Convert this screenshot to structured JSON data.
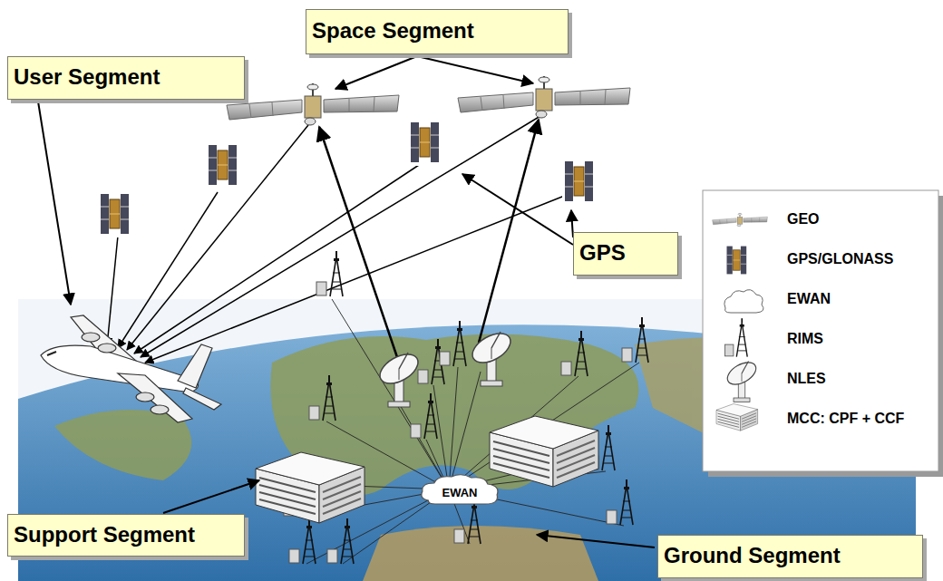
{
  "diagram": {
    "nodes": [
      {
        "text": [
          "Space Segment"
        ]
      },
      {
        "text": [
          "User Segment"
        ]
      },
      {
        "text": [
          "GPS"
        ]
      },
      {
        "text": [
          "EWAN"
        ]
      },
      {
        "text": [
          "Support Segment"
        ]
      },
      {
        "text": [
          "Ground Segment"
        ]
      }
    ],
    "legend": [
      {
        "text": "GEO"
      },
      {
        "text": "GPS/GLONASS"
      },
      {
        "text": "EWAN"
      },
      {
        "text": "RIMS"
      },
      {
        "text": "NLES"
      },
      {
        "text": "MCC: CPF + CCF"
      }
    ]
  }
}
